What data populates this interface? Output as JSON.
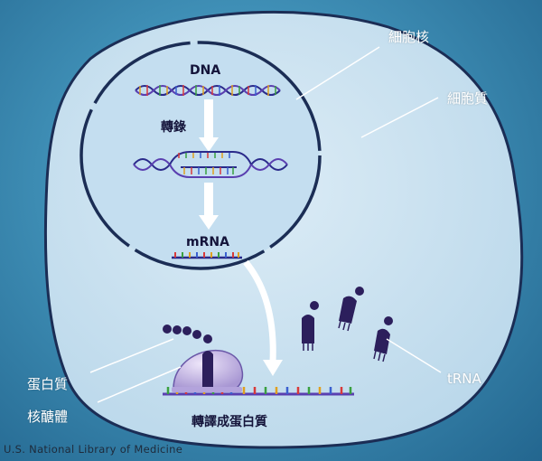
{
  "labels": {
    "nucleus": "細胞核",
    "cytoplasm": "細胞質",
    "dna": "DNA",
    "transcription": "轉錄",
    "mrna": "mRNA",
    "protein": "蛋白質",
    "ribosome": "核醣體",
    "trna": "tRNA",
    "translation": "轉譯成蛋白質"
  },
  "credit": "U.S. National Library of Medicine",
  "colors": {
    "background": "#3f8fb6",
    "cell": "#cfe3f0",
    "nucleus": "#bfdcee",
    "membrane": "#1b2d55",
    "strand": "#2a2a8a",
    "molecule": "#2c1f5c",
    "ribosome": "#c8b8e6"
  }
}
